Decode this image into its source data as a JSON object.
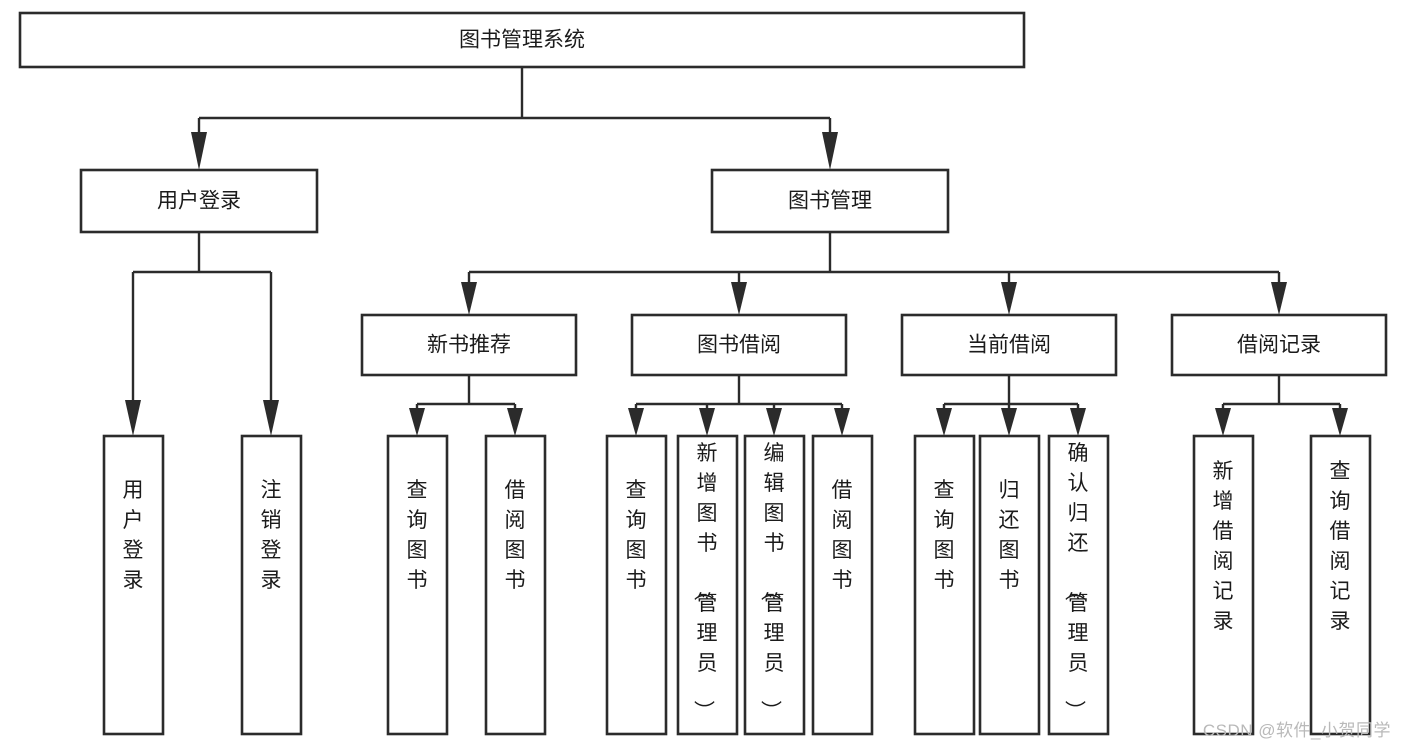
{
  "diagram": {
    "type": "tree-hierarchy",
    "title": "图书管理系统",
    "watermark": "CSDN @软件_小贺同学",
    "colors": {
      "box_stroke": "#2b2b2b",
      "box_fill": "#ffffff",
      "connector": "#2b2b2b",
      "text": "#1b1b1b",
      "watermark": "#b9b9b9",
      "background": "#ffffff"
    },
    "nodes": {
      "root": {
        "label": "图书管理系统",
        "level": 1,
        "orientation": "horizontal"
      },
      "l2_user_login": {
        "label": "用户登录",
        "level": 2,
        "orientation": "horizontal"
      },
      "l2_book_manage": {
        "label": "图书管理",
        "level": 2,
        "orientation": "horizontal"
      },
      "l3_new_book_rec": {
        "label": "新书推荐",
        "level": 3,
        "orientation": "horizontal"
      },
      "l3_book_borrow": {
        "label": "图书借阅",
        "level": 3,
        "orientation": "horizontal"
      },
      "l3_current_borrow": {
        "label": "当前借阅",
        "level": 3,
        "orientation": "horizontal"
      },
      "l3_borrow_record": {
        "label": "借阅记录",
        "level": 3,
        "orientation": "horizontal"
      },
      "leaf_user_login": {
        "label": "用户登录",
        "level": 4,
        "orientation": "vertical"
      },
      "leaf_logout_login": {
        "label": "注销登录",
        "level": 4,
        "orientation": "vertical"
      },
      "leaf_query_book_a": {
        "label": "查询图书",
        "level": 4,
        "orientation": "vertical"
      },
      "leaf_borrow_book_a": {
        "label": "借阅图书",
        "level": 4,
        "orientation": "vertical"
      },
      "leaf_query_book_b": {
        "label": "查询图书",
        "level": 4,
        "orientation": "vertical"
      },
      "leaf_add_book": {
        "label": "新增图书（管理员）",
        "level": 4,
        "orientation": "vertical"
      },
      "leaf_edit_book": {
        "label": "编辑图书（管理员）",
        "level": 4,
        "orientation": "vertical"
      },
      "leaf_borrow_book_b": {
        "label": "借阅图书",
        "level": 4,
        "orientation": "vertical"
      },
      "leaf_query_book_c": {
        "label": "查询图书",
        "level": 4,
        "orientation": "vertical"
      },
      "leaf_return_book": {
        "label": "归还图书",
        "level": 4,
        "orientation": "vertical"
      },
      "leaf_confirm_return": {
        "label": "确认归还（管理员）",
        "level": 4,
        "orientation": "vertical"
      },
      "leaf_add_record": {
        "label": "新增借阅记录",
        "level": 4,
        "orientation": "vertical"
      },
      "leaf_query_record": {
        "label": "查询借阅记录",
        "level": 4,
        "orientation": "vertical"
      }
    },
    "edges": [
      {
        "from": "root",
        "to": "l2_user_login"
      },
      {
        "from": "root",
        "to": "l2_book_manage"
      },
      {
        "from": "l2_user_login",
        "to": "leaf_user_login"
      },
      {
        "from": "l2_user_login",
        "to": "leaf_logout_login"
      },
      {
        "from": "l2_book_manage",
        "to": "l3_new_book_rec"
      },
      {
        "from": "l2_book_manage",
        "to": "l3_book_borrow"
      },
      {
        "from": "l2_book_manage",
        "to": "l3_current_borrow"
      },
      {
        "from": "l2_book_manage",
        "to": "l3_borrow_record"
      },
      {
        "from": "l3_new_book_rec",
        "to": "leaf_query_book_a"
      },
      {
        "from": "l3_new_book_rec",
        "to": "leaf_borrow_book_a"
      },
      {
        "from": "l3_book_borrow",
        "to": "leaf_query_book_b"
      },
      {
        "from": "l3_book_borrow",
        "to": "leaf_add_book"
      },
      {
        "from": "l3_book_borrow",
        "to": "leaf_edit_book"
      },
      {
        "from": "l3_book_borrow",
        "to": "leaf_borrow_book_b"
      },
      {
        "from": "l3_current_borrow",
        "to": "leaf_query_book_c"
      },
      {
        "from": "l3_current_borrow",
        "to": "leaf_return_book"
      },
      {
        "from": "l3_current_borrow",
        "to": "leaf_confirm_return"
      },
      {
        "from": "l3_borrow_record",
        "to": "leaf_add_record"
      },
      {
        "from": "l3_borrow_record",
        "to": "leaf_query_record"
      }
    ]
  }
}
